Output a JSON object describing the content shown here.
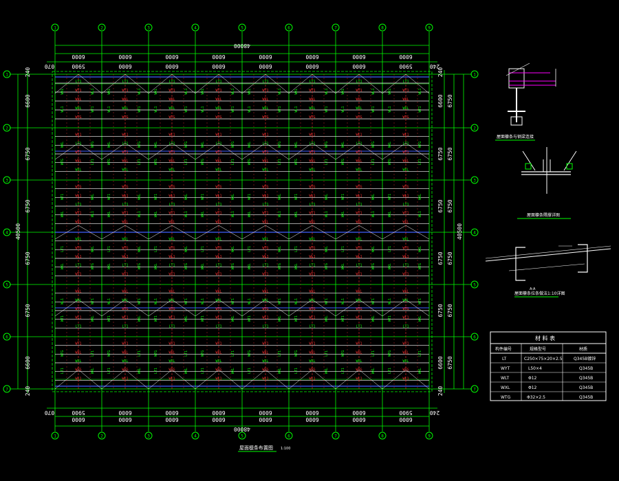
{
  "colors": {
    "background": "#000000",
    "grid_axis": "#00ff00",
    "purlin": "#ffffff",
    "bracing": "#ff3030",
    "tie_rod": "#00ff00",
    "eave_beam": "#4060ff",
    "text": "#ffffff",
    "frame": "#00ff00",
    "detail_magenta": "#ff00ff"
  },
  "plan": {
    "title": "屋面檩条布置图",
    "title_scale": "1:100",
    "column_axes": [
      "1",
      "2",
      "3",
      "4",
      "5",
      "6",
      "7",
      "8",
      "9"
    ],
    "row_axes": [
      "1",
      "2",
      "3",
      "4",
      "5",
      "6",
      "7"
    ],
    "top_total": "48000",
    "bottom_total": "48000",
    "bay_dims_top": [
      "6000",
      "6000",
      "6000",
      "6000",
      "6000",
      "6000",
      "6000",
      "6000"
    ],
    "bay_dims_bottom": [
      "6000",
      "6000",
      "6000",
      "6000",
      "6000",
      "6000",
      "6000",
      "6000"
    ],
    "sub_dims_top": [
      "070",
      "5900",
      "6000",
      "6000",
      "6000",
      "6000",
      "6000",
      "6000",
      "5900",
      "240"
    ],
    "sub_dims_bottom": [
      "070",
      "5900",
      "6000",
      "6000",
      "6000",
      "6000",
      "6000",
      "6000",
      "5900",
      "240"
    ],
    "left_dims": [
      "240",
      "6600",
      "6750",
      "6750",
      "6750",
      "6750",
      "6600",
      "240"
    ],
    "right_dims": [
      "240",
      "6600",
      "6750",
      "6750",
      "6750",
      "6750",
      "6600",
      "240"
    ],
    "right_dims_outer": [
      "6750",
      "6750",
      "6750",
      "6750",
      "6750",
      "6750"
    ],
    "left_total": "40500",
    "right_total": "40500",
    "member_labels": [
      "LT1",
      "WT1",
      "WXL",
      "WXL",
      "WTG",
      "WL1"
    ]
  },
  "details": {
    "detail1_caption": "屋面檩条与钢梁连接",
    "detail2_caption": "屋面檩条隅撑详图",
    "detail3_label": "A-A",
    "detail3_caption": "屋面檩条拉条做法1:10详图"
  },
  "table": {
    "title": "材 料 表",
    "headers": [
      "构件编号",
      "规格型号",
      "材质"
    ],
    "rows": [
      [
        "LT",
        "C250×75×20×2.5",
        "Q345B镀锌"
      ],
      [
        "WYT",
        "L50×4",
        "Q345B"
      ],
      [
        "WLT",
        "Φ12",
        "Q345B"
      ],
      [
        "WXL",
        "Φ12",
        "Q345B"
      ],
      [
        "WTG",
        "Φ32×2.5",
        "Q345B"
      ]
    ]
  }
}
